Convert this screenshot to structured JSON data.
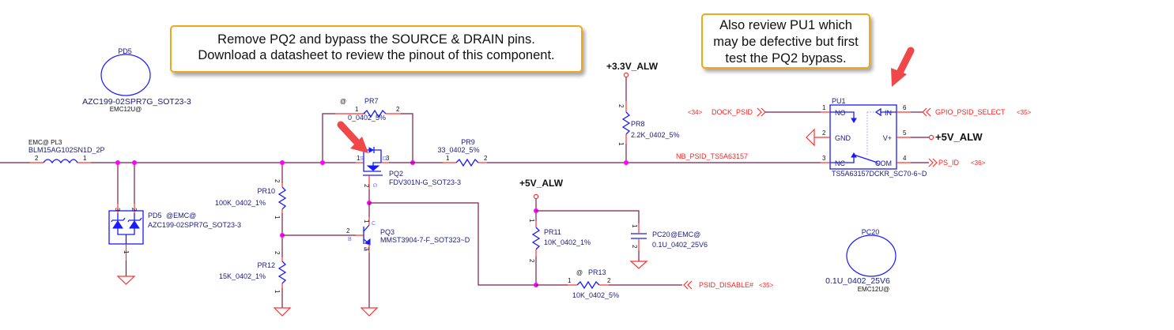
{
  "callouts": [
    {
      "id": "pq2_bypass",
      "lines": [
        "Remove PQ2 and bypass the SOURCE & DRAIN pins.",
        "Download a datasheet to review the pinout of this component."
      ]
    },
    {
      "id": "pu1_review",
      "lines": [
        "Also review PU1 which",
        "may be defective but first",
        "test the PQ2 bypass."
      ]
    }
  ],
  "colors": {
    "wire": "#7a1f4a",
    "pin": "#ff3030",
    "symbol": "#1a1aff",
    "junction": "#ff00ff",
    "net_label": "#ff2020",
    "callout_border": "#f0a818",
    "arrow": "#f04848"
  },
  "rails": {
    "v33": "+3.3V_ALW",
    "v5_mid": "+5V_ALW",
    "v5_pu1": "+5V_ALW"
  },
  "ghosts": {
    "pd5": {
      "ref": "PD5",
      "part": "AZC199-02SPR7G_SOT23-3",
      "variant": "EMC12U@"
    },
    "pc20": {
      "ref": "PC20",
      "part": "0.1U_0402_25V6",
      "variant": "EMC12U@"
    }
  },
  "components": {
    "pl3": {
      "ref": "EMC@ PL3",
      "value": "BLM15AG102SN1D_2P",
      "pin_left": "2",
      "pin_right": "1"
    },
    "pd5": {
      "ref": "PD5",
      "variant": "@EMC@",
      "value": "AZC199-02SPR7G_SOT23-3",
      "pins": [
        "3",
        "2",
        "1"
      ]
    },
    "pr7": {
      "variant": "@",
      "ref": "PR7",
      "value": "0_0402_5%",
      "pin_left": "1",
      "pin_right": "2"
    },
    "pq2": {
      "ref": "PQ2",
      "value": "FDV301N-G_SOT23-3",
      "pin_d": "3",
      "pin_s": "1",
      "pin_g": "2",
      "name_g": "G",
      "name_d": "D",
      "name_s": "S"
    },
    "pr9": {
      "ref": "PR9",
      "value": "33_0402_5%",
      "pin_left": "1",
      "pin_right": "2"
    },
    "pr8": {
      "ref": "PR8",
      "value": "2.2K_0402_5%",
      "pin_top": "2",
      "pin_bottom": "1"
    },
    "pr10": {
      "ref": "PR10",
      "value": "100K_0402_1%",
      "pin_top": "2",
      "pin_bottom": "1"
    },
    "pr12": {
      "ref": "PR12",
      "value": "15K_0402_1%",
      "pin_top": "2",
      "pin_bottom": "1"
    },
    "pq3": {
      "ref": "PQ3",
      "value": "MMST3904-7-F_SOT323~D",
      "pin_b": "2",
      "pin_c": "1",
      "pin_e": "3",
      "name_b": "B",
      "name_c": "C",
      "name_e": "E"
    },
    "pr11": {
      "ref": "PR11",
      "value": "10K_0402_1%",
      "pin_top": "1",
      "pin_bottom": "2"
    },
    "pc20": {
      "ref": "PC20",
      "variant": "@EMC@",
      "value": "0.1U_0402_25V6",
      "pin_top": "1",
      "pin_bottom": "2"
    },
    "pr13": {
      "variant": "@",
      "ref": "PR13",
      "value": "10K_0402_5%",
      "pin_left": "1",
      "pin_right": "2"
    },
    "pu1": {
      "ref": "PU1",
      "value": "TS5A63157DCKR_SC70-6~D",
      "pins_left": [
        {
          "num": "1",
          "name": "NO"
        },
        {
          "num": "2",
          "name": "GND"
        },
        {
          "num": "3",
          "name": "NC"
        }
      ],
      "pins_right": [
        {
          "num": "6",
          "name": "IN"
        },
        {
          "num": "5",
          "name": "V+"
        },
        {
          "num": "4",
          "name": "COM"
        }
      ]
    }
  },
  "nets": {
    "nb_psid": "NB_PSID_TS5A63157",
    "dock_psid": {
      "name": "DOCK_PSID",
      "page": "<34>"
    },
    "gpio_psid_select": {
      "name": "GPIO_PSID_SELECT",
      "page": "<35>"
    },
    "ps_id": {
      "name": "PS_ID",
      "page": "<36>"
    },
    "psid_disable": {
      "name": "PSID_DISABLE#",
      "page": "<35>"
    }
  }
}
